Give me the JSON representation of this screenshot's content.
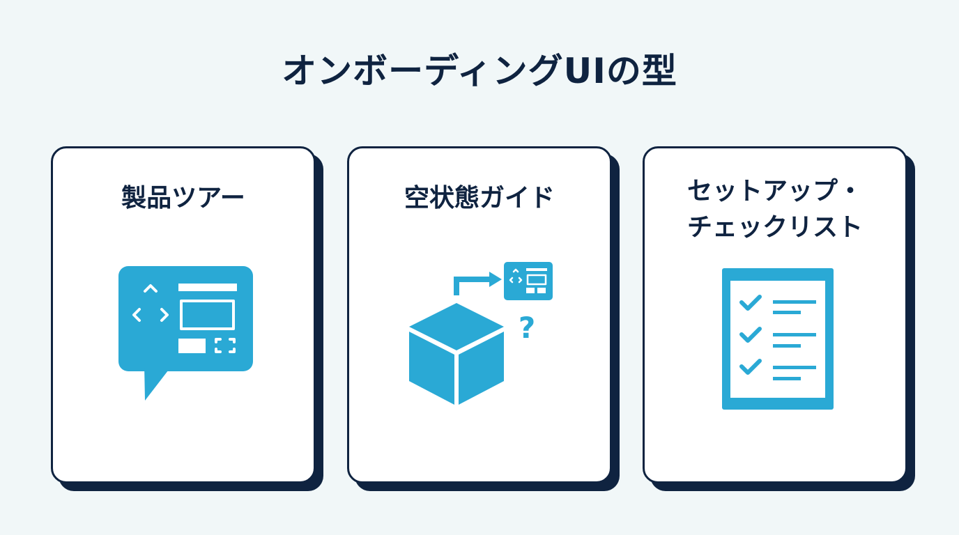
{
  "page": {
    "title": "オンボーディングUIの型"
  },
  "colors": {
    "background": "#f1f7f8",
    "ink": "#0f2340",
    "accent": "#2aa9d5",
    "card": "#ffffff"
  },
  "cards": [
    {
      "title_lines": [
        "製品ツアー"
      ],
      "icon": "speech-bubble-tour-icon"
    },
    {
      "title_lines": [
        "空状態ガイド"
      ],
      "icon": "empty-box-guide-icon"
    },
    {
      "title_lines": [
        "セットアップ・",
        "チェックリスト"
      ],
      "icon": "checklist-icon"
    }
  ]
}
